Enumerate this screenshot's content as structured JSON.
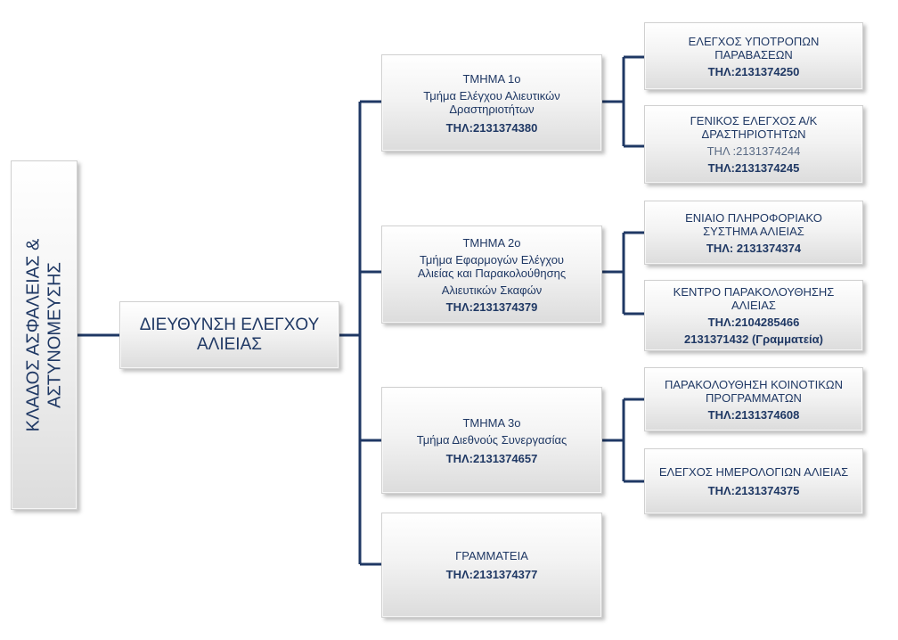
{
  "root": {
    "line1": "ΚΛΑΔΟΣ ΑΣΦΑΛΕΙΑΣ &",
    "line2": "ΑΣΤΥΝΟΜΕΥΣΗΣ"
  },
  "directorate": {
    "line1": "ΔΙΕΥΘΥΝΣΗ    ΕΛΕΓΧΟΥ",
    "line2": "ΑΛΙΕΙΑΣ"
  },
  "departments": [
    {
      "title": "ΤΜΗΜΑ 1ο",
      "name1": "Τμήμα Ελέγχου Αλιευτικών",
      "name2": "Δραστηριοτήτων",
      "phone": "ΤΗΛ:2131374380"
    },
    {
      "title": "ΤΜΗΜΑ 2ο",
      "name1": "Τμήμα Εφαρμογών Ελέγχου",
      "name2": "Αλιείας και Παρακολούθησης",
      "name3": "Αλιευτικών Σκαφών",
      "phone": "ΤΗΛ:2131374379"
    },
    {
      "title": "ΤΜΗΜΑ 3ο",
      "name1": "Τμήμα Διεθνούς Συνεργασίας",
      "phone": "ΤΗΛ:2131374657"
    },
    {
      "title": "ΓΡΑΜΜΑΤΕΙΑ",
      "phone": "ΤΗΛ:2131374377"
    }
  ],
  "units": [
    {
      "name1": "ΕΛΕΓΧΟΣ ΥΠΟΤΡΟΠΩΝ",
      "name2": "ΠΑΡΑΒΑΣΕΩΝ",
      "phone": "ΤΗΛ:2131374250"
    },
    {
      "name1": "ΓΕΝΙΚΟΣ ΕΛΕΓΧΟΣ Α/Κ",
      "name2": "ΔΡΑΣΤΗΡΙΟΤΗΤΩΝ",
      "phone_alt": "ΤΗΛ :2131374244",
      "phone": "ΤΗΛ:2131374245"
    },
    {
      "name1": "ΕΝΙΑΙΟ  ΠΛΗΡΟΦΟΡΙΑΚΟ",
      "name2": "ΣΥΣΤΗΜΑ  ΑΛΙΕΙΑΣ",
      "phone": "ΤΗΛ: 2131374374"
    },
    {
      "name1": "ΚΕΝΤΡΟ  ΠΑΡΑΚΟΛΟΥΘΗΣΗΣ",
      "name2": "ΑΛΙΕΙΑΣ",
      "phone": "ΤΗΛ:2104285466",
      "phone2": "2131371432 (Γραμματεία)"
    },
    {
      "name1": "ΠΑΡΑΚΟΛΟΥΘΗΣΗ  ΚΟΙΝΟΤΙΚΩΝ",
      "name2": "ΠΡΟΓΡΑΜΜΑΤΩΝ",
      "phone": "ΤΗΛ:2131374608"
    },
    {
      "name1": "ΕΛΕΓΧΟΣ ΗΜΕΡΟΛΟΓΙΩΝ ΑΛΙΕΙΑΣ",
      "phone": "ΤΗΛ:2131374375"
    }
  ],
  "colors": {
    "connector": "#1f3864",
    "text": "#1f3864"
  }
}
